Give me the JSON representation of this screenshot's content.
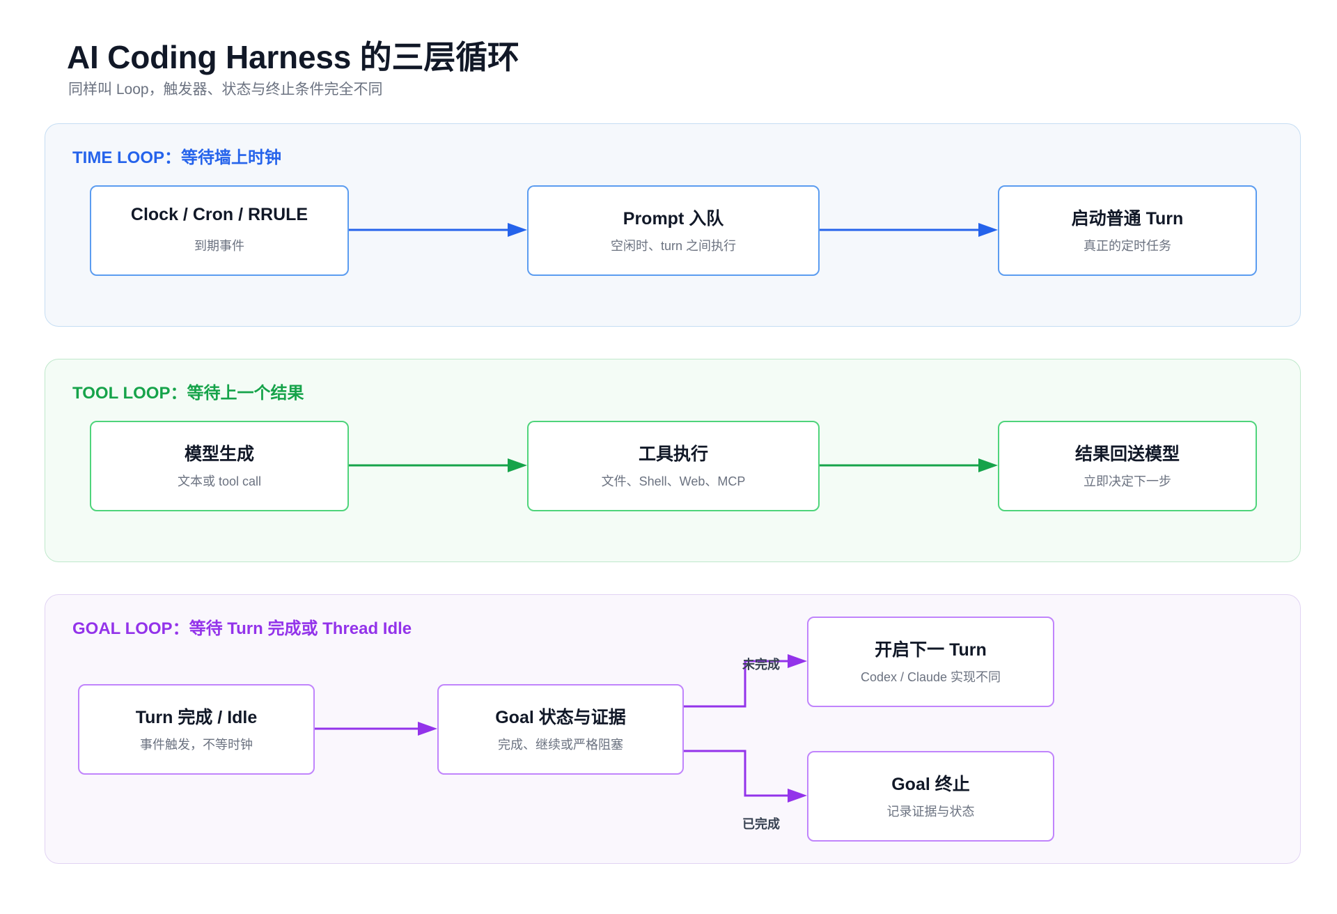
{
  "title": "AI Coding Harness 的三层循环",
  "subtitle": "同样叫 Loop，触发器、状态与终止条件完全不同",
  "colors": {
    "time": "#2563eb",
    "tool": "#16a34a",
    "goal": "#9333ea"
  },
  "time_loop": {
    "label": "TIME LOOP：等待墙上时钟",
    "nodes": [
      {
        "title": "Clock / Cron / RRULE",
        "sub": "到期事件"
      },
      {
        "title": "Prompt 入队",
        "sub": "空闲时、turn 之间执行"
      },
      {
        "title": "启动普通 Turn",
        "sub": "真正的定时任务"
      }
    ]
  },
  "tool_loop": {
    "label": "TOOL LOOP：等待上一个结果",
    "nodes": [
      {
        "title": "模型生成",
        "sub": "文本或 tool call"
      },
      {
        "title": "工具执行",
        "sub": "文件、Shell、Web、MCP"
      },
      {
        "title": "结果回送模型",
        "sub": "立即决定下一步"
      }
    ]
  },
  "goal_loop": {
    "label": "GOAL LOOP：等待 Turn 完成或 Thread Idle",
    "nodes": [
      {
        "title": "Turn 完成 / Idle",
        "sub": "事件触发，不等时钟"
      },
      {
        "title": "Goal 状态与证据",
        "sub": "完成、继续或严格阻塞"
      },
      {
        "title": "开启下一 Turn",
        "sub": "Codex / Claude 实现不同"
      },
      {
        "title": "Goal 终止",
        "sub": "记录证据与状态"
      }
    ],
    "edge_labels": {
      "incomplete": "未完成",
      "complete": "已完成"
    }
  }
}
